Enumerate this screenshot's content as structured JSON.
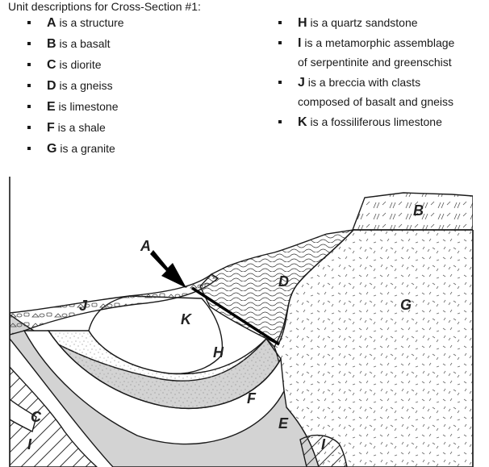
{
  "header": {
    "title": "Unit descriptions for Cross-Section #1:"
  },
  "units_left": [
    {
      "letter": "A",
      "text": " is a structure"
    },
    {
      "letter": "B",
      "text": " is a basalt"
    },
    {
      "letter": "C",
      "text": " is diorite"
    },
    {
      "letter": "D",
      "text": " is a gneiss"
    },
    {
      "letter": "E",
      "text": " is limestone"
    },
    {
      "letter": "F",
      "text": " is a shale"
    },
    {
      "letter": "G",
      "text": " is a granite"
    }
  ],
  "units_right": [
    {
      "letter": "H",
      "text": " is a quartz sandstone"
    },
    {
      "letter": "I",
      "text": " is a metamorphic assemblage"
    },
    {
      "letter": "",
      "text": "of serpentinite and greenschist",
      "continuation": true
    },
    {
      "letter": "J",
      "text": " is a breccia with clasts"
    },
    {
      "letter": "",
      "text": "composed of basalt and gneiss",
      "continuation": true
    },
    {
      "letter": "K",
      "text": " is a fossiliferous limestone"
    }
  ],
  "diagram": {
    "labels": {
      "A": "A",
      "B": "B",
      "C": "C",
      "D": "D",
      "E": "E",
      "F": "F",
      "G": "G",
      "H": "H",
      "I_left": "I",
      "I_right": "I",
      "J": "J",
      "K": "K"
    },
    "colors": {
      "shale": "#d3d3d3",
      "ink": "#1a1a1a",
      "rock": "#ffffff"
    }
  }
}
